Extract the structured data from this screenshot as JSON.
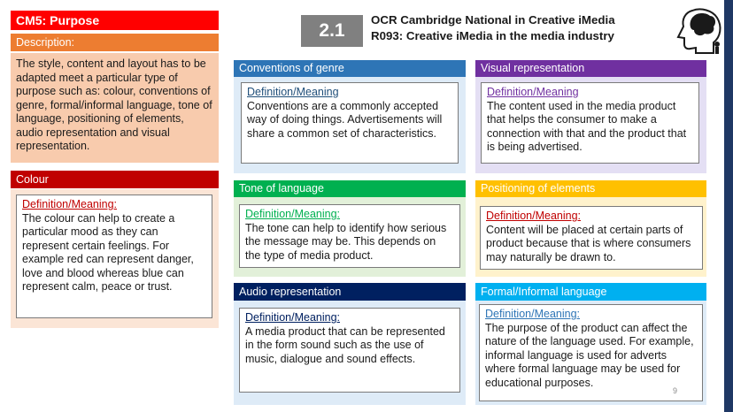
{
  "cm5": {
    "title": "CM5: Purpose",
    "description_label": "Description:",
    "description_text": "The style, content and layout has to be adapted meet a particular type of purpose such as: colour, conventions of genre, formal/informal language, tone of language, positioning of elements, audio representation and visual representation."
  },
  "colour": {
    "header": "Colour",
    "def_label": "Definition/Meaning:",
    "text": "The colour can help to create a particular mood as they can represent certain feelings. For example red can represent danger, love and blood whereas blue can represent calm, peace or trust."
  },
  "header": {
    "badge": "2.1",
    "title_line1": "OCR Cambridge National in Creative iMedia",
    "title_line2": "R093: Creative iMedia in the media industry"
  },
  "cards": {
    "conventions": {
      "header": "Conventions of genre",
      "def_label": "Definition/Meaning",
      "text": "Conventions are a commonly accepted way of doing things. Advertisements will share a common set of characteristics."
    },
    "visual": {
      "header": "Visual representation",
      "def_label": "Definition/Meaning",
      "text": "The content used in the media product that helps the consumer to make a connection with that and the product that is being advertised."
    },
    "tone": {
      "header": "Tone of language",
      "def_label": "Definition/Meaning:",
      "text": "The tone can help to identify how serious the message may be. This depends on the type of media product."
    },
    "positioning": {
      "header": "Positioning of elements",
      "def_label": "Definition/Meaning:",
      "text": "Content will be placed at certain parts of product because that is where consumers may naturally be drawn to."
    },
    "audio": {
      "header": "Audio representation",
      "def_label": "Definition/Meaning:",
      "text": "A media product that can be represented in the form sound such as the use of music, dialogue and sound effects."
    },
    "formal": {
      "header": "Formal/Informal language",
      "def_label": "Definition/Meaning:",
      "text": "The purpose of the product can affect the nature of the language used. For example, informal language is used for adverts where formal language may be used for educational purposes."
    }
  },
  "page_number": "9",
  "colors": {
    "red": "#ff0000",
    "orange": "#ed7d31",
    "peach": "#f8cbad",
    "dark_red": "#c00000",
    "light_peach": "#fbe5d6",
    "blue": "#2e75b6",
    "light_blue": "#deebf7",
    "purple": "#7030a0",
    "lavender": "#e4dff4",
    "green": "#00b050",
    "light_green": "#e2f0d9",
    "gold": "#ffc000",
    "light_gold": "#fff2cc",
    "navy": "#002060",
    "sky": "#00b0f0"
  }
}
